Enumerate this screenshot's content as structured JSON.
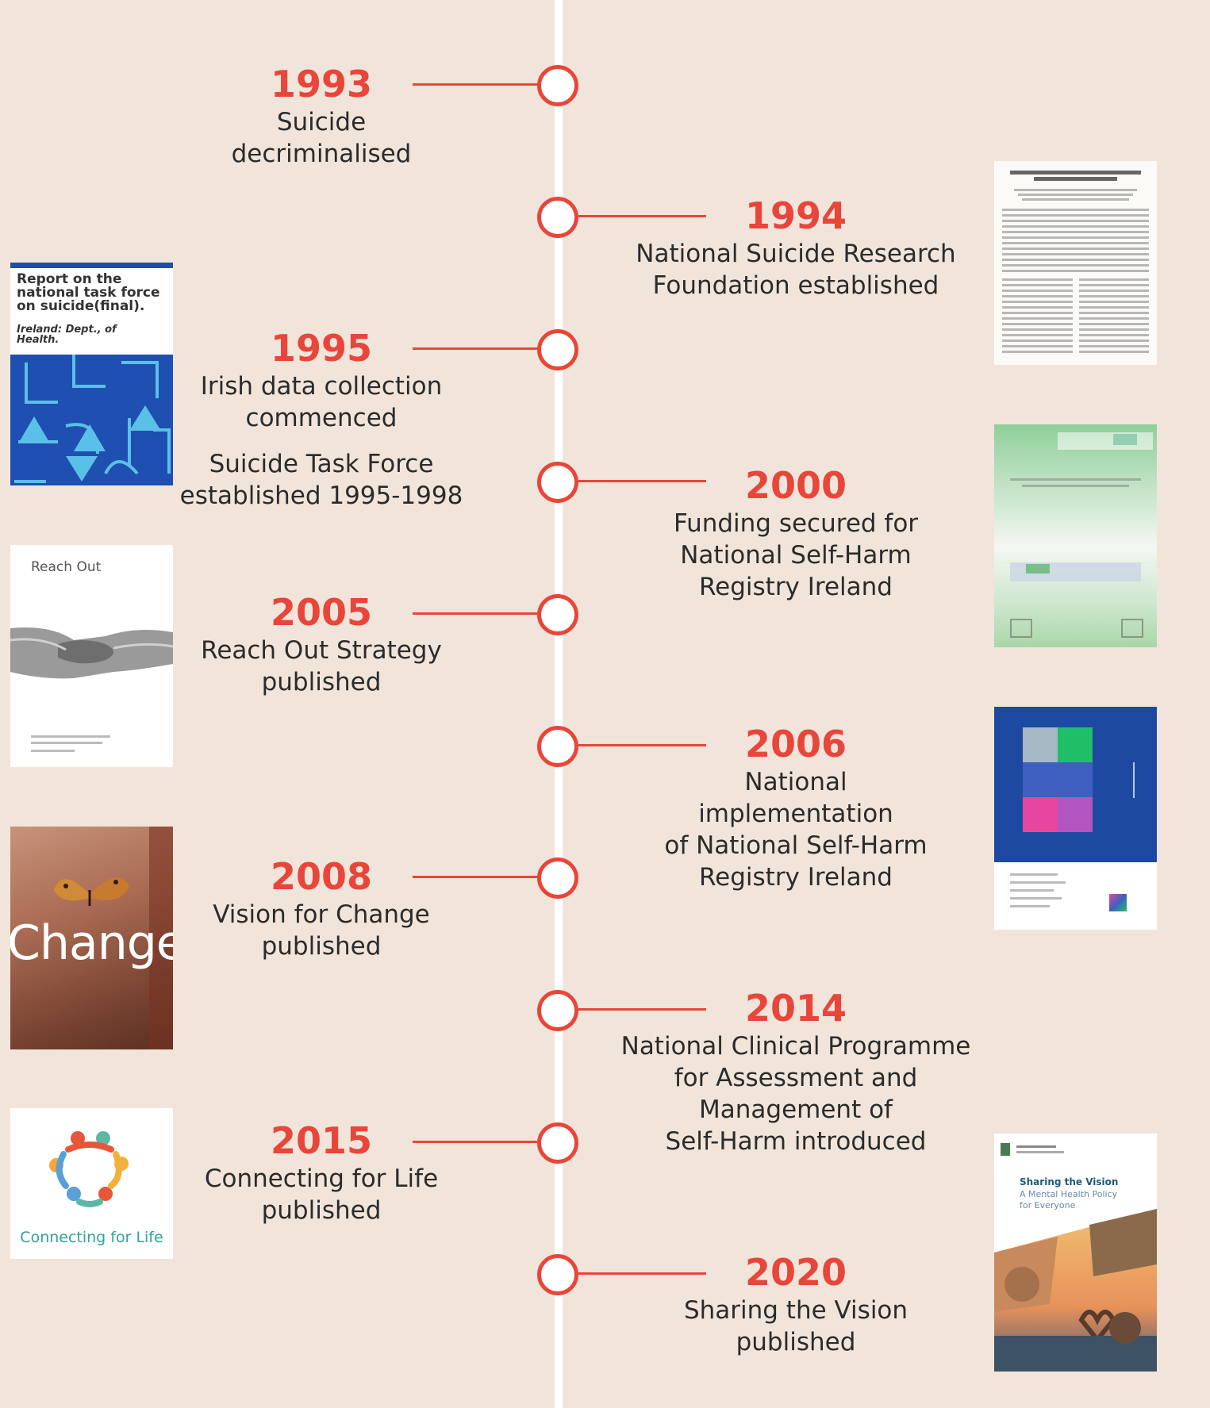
{
  "timeline": [
    {
      "year": "1993",
      "lines": [
        "Suicide",
        "decriminalised"
      ],
      "side": "left"
    },
    {
      "year": "1994",
      "lines": [
        "National Suicide Research",
        "Foundation established"
      ],
      "side": "right"
    },
    {
      "year": "1995",
      "lines": [
        "Irish data collection",
        "commenced"
      ],
      "extra": [
        "Suicide Task Force",
        "established 1995-1998"
      ],
      "side": "left"
    },
    {
      "year": "2000",
      "lines": [
        "Funding secured for",
        "National Self-Harm",
        "Registry Ireland"
      ],
      "side": "right"
    },
    {
      "year": "2005",
      "lines": [
        "Reach Out Strategy",
        "published"
      ],
      "side": "left"
    },
    {
      "year": "2006",
      "lines": [
        "National",
        "implementation",
        "of National Self-Harm",
        "Registry Ireland"
      ],
      "side": "right"
    },
    {
      "year": "2008",
      "lines": [
        "Vision for Change",
        "published"
      ],
      "side": "left"
    },
    {
      "year": "2014",
      "lines": [
        "National Clinical Programme",
        "for Assessment and",
        "Management of",
        "Self-Harm introduced"
      ],
      "side": "right"
    },
    {
      "year": "2015",
      "lines": [
        "Connecting for Life",
        "published"
      ],
      "side": "left"
    },
    {
      "year": "2020",
      "lines": [
        "Sharing the Vision",
        "published"
      ],
      "side": "right"
    }
  ],
  "covers": {
    "task_force": {
      "title": "Report on the national task force on suicide(final).",
      "author": "Ireland: Dept., of Health."
    },
    "reach_out": {
      "title": "Reach Out"
    },
    "vision": {
      "title": "Change"
    },
    "cfl": {
      "title": "Connecting for Life"
    },
    "stv": {
      "title": "Sharing the Vision",
      "subtitle": "A Mental Health Policy for Everyone"
    }
  },
  "colors": {
    "accent": "#e8463a",
    "background": "#f1e5db",
    "axis": "#ffffff",
    "text": "#2b2b2b"
  }
}
